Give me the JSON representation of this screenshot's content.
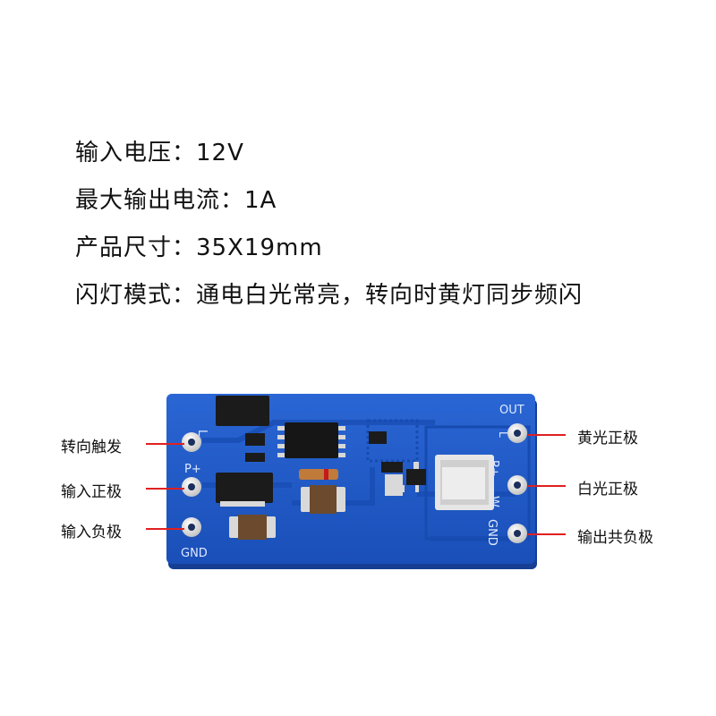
{
  "specs": [
    {
      "label": "输入电压：",
      "value": "12V"
    },
    {
      "label": "最大输出电流：",
      "value": "1A"
    },
    {
      "label": "产品尺寸：",
      "value": "35X19mm"
    },
    {
      "label": "闪灯模式：",
      "value": "通电白光常亮，转向时黄灯同步频闪"
    }
  ],
  "callouts_left": [
    "转向触发",
    "输入正极",
    "输入负极"
  ],
  "callouts_right": [
    "黄光正极",
    "白光正极",
    "输出共负极"
  ],
  "pcb_silkscreen": {
    "left_top": "L",
    "left_mid": "P+",
    "left_bottom": "GND",
    "right_top": "OUT",
    "right_l": "L",
    "right_pplus": "P+",
    "right_w": "W",
    "right_gnd": "GND"
  },
  "colors": {
    "pcb_blue": "#1f58c4",
    "pcb_edge": "#1646a3",
    "callout_line": "#e02020",
    "pad_silver": "#e9e9e9"
  }
}
